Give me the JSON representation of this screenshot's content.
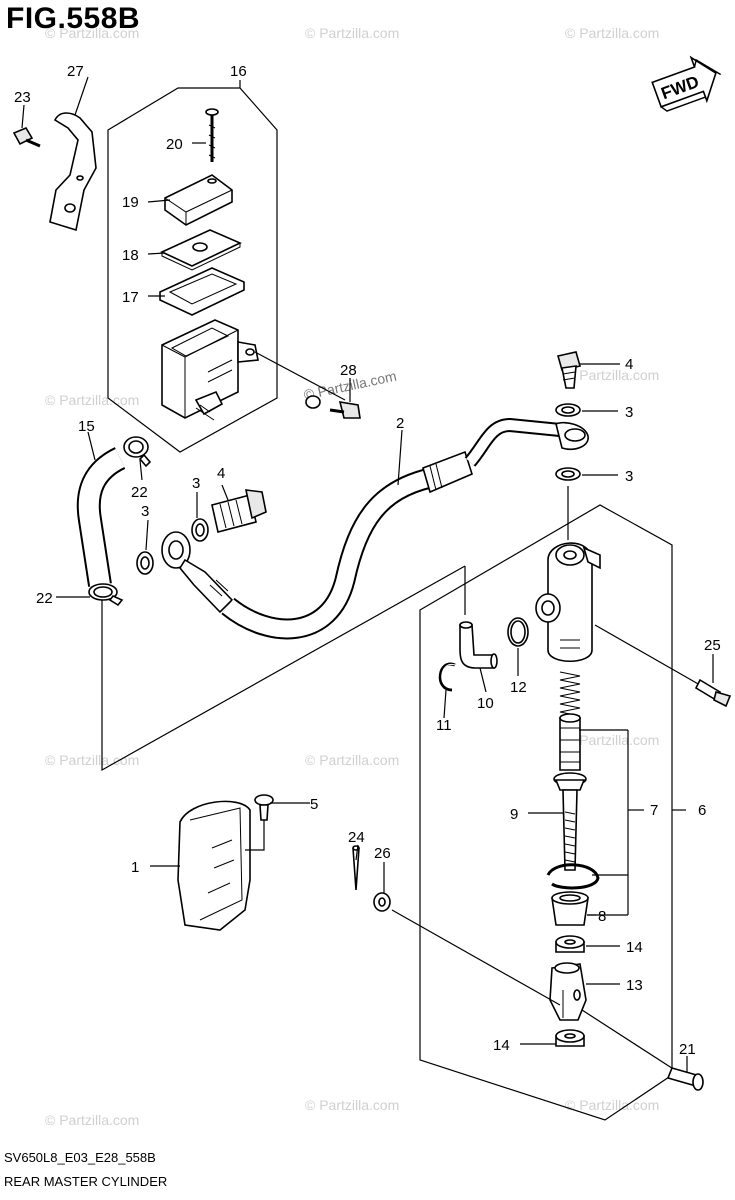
{
  "figure": {
    "title": "FIG.558B",
    "model_code": "SV650L8_E03_E28_558B",
    "name": "REAR MASTER CYLINDER",
    "fwd_label": "FWD"
  },
  "watermark": "© Partzilla.com",
  "callouts": [
    "1",
    "2",
    "3",
    "3",
    "3",
    "3",
    "4",
    "4",
    "5",
    "6",
    "7",
    "8",
    "9",
    "10",
    "11",
    "12",
    "13",
    "14",
    "14",
    "15",
    "16",
    "17",
    "18",
    "19",
    "20",
    "21",
    "22",
    "22",
    "23",
    "24",
    "25",
    "26",
    "27",
    "28"
  ]
}
